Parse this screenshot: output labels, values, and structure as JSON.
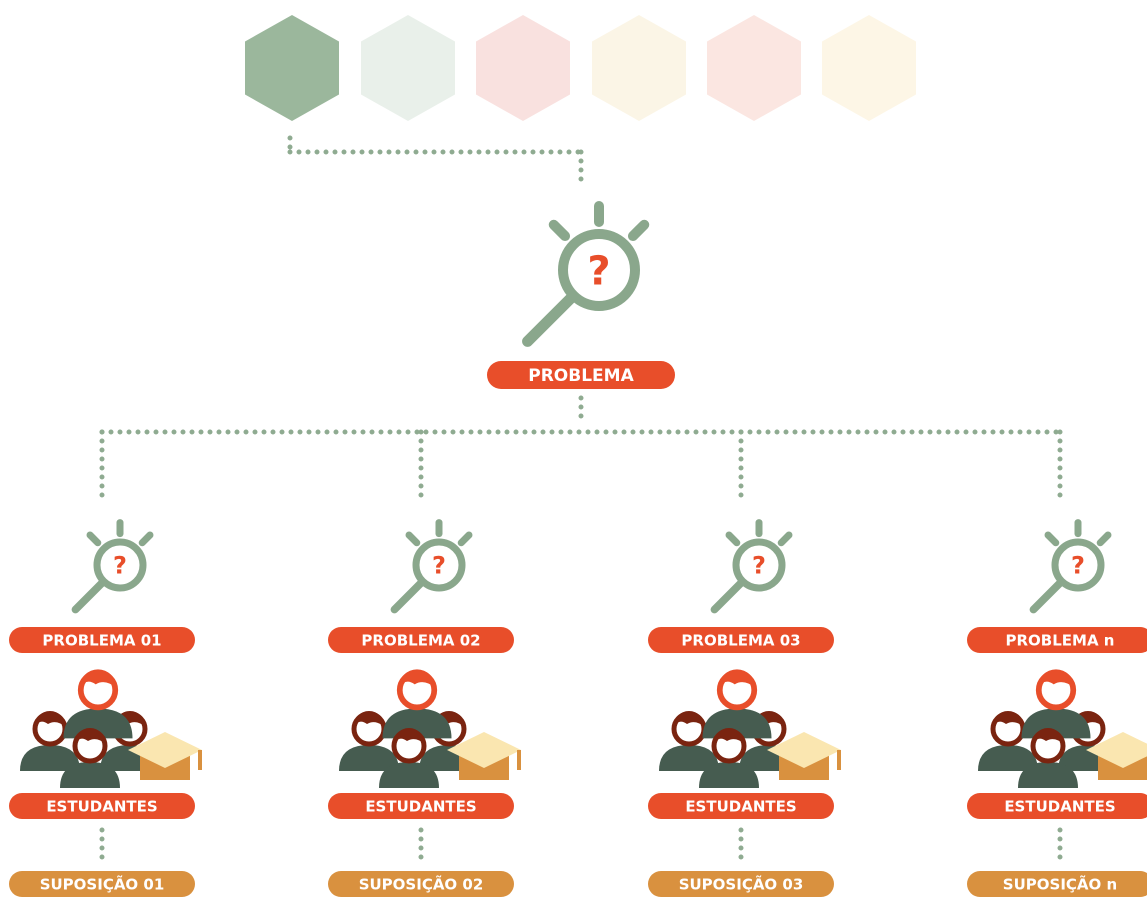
{
  "colors": {
    "hexagons": [
      "#9bb79c",
      "#e9f0ea",
      "#f9e1df",
      "#fbf5e6",
      "#fbe6e1",
      "#fdf6e6"
    ],
    "dot_line": "#8fab91",
    "magnifier": "#8aa78c",
    "question_mark": "#e84e2a",
    "orange_pill": "#e84e2a",
    "tan_pill": "#d9913f",
    "student_body": "#465c50",
    "student_hair": "#7a2410",
    "lead_hair": "#e84e2a",
    "cap_top": "#fae6b0",
    "cap_base": "#d9913f"
  },
  "center": {
    "label": "PROBLEMA",
    "question": "?"
  },
  "branches": [
    {
      "problem_label": "PROBLEMA 01",
      "students_label": "ESTUDANTES",
      "assumption_label": "SUPOSIÇÃO 01",
      "question": "?"
    },
    {
      "problem_label": "PROBLEMA 02",
      "students_label": "ESTUDANTES",
      "assumption_label": "SUPOSIÇÃO 02",
      "question": "?"
    },
    {
      "problem_label": "PROBLEMA 03",
      "students_label": "ESTUDANTES",
      "assumption_label": "SUPOSIÇÃO 03",
      "question": "?"
    },
    {
      "problem_label": "PROBLEMA n",
      "students_label": "ESTUDANTES",
      "assumption_label": "SUPOSIÇÃO n",
      "question": "?"
    }
  ],
  "icons": {
    "hexagon": "hexagon-icon",
    "magnifier": "magnifier-question-icon",
    "students": "student-group-icon",
    "cap": "graduation-cap-icon"
  }
}
